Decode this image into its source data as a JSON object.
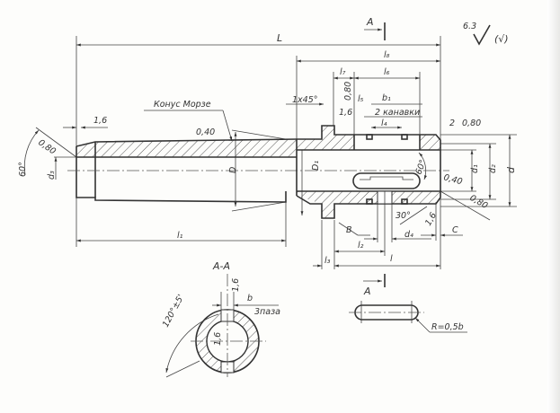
{
  "title_view": "A",
  "roughness": {
    "value": "6.3",
    "rest": "(√)"
  },
  "dims": {
    "L": "L",
    "l8": "l₈",
    "l7": "l₇",
    "l6": "l₆",
    "l5": "l₅",
    "l4": "l₄",
    "b1": "b₁",
    "grooves": "2 канавки",
    "chamfer": "1x45°",
    "r080_a": "0,80",
    "r16_a": "1,6",
    "two": "2",
    "r080_b": "0,80",
    "morse": "Конус Морзе",
    "r040_a": "0,40",
    "r16_b": "1,6",
    "r080_c": "0,80",
    "ang60_a": "60°",
    "d3": "d₃",
    "D": "D",
    "D1": "D₁",
    "d1": "d₁",
    "d2": "d₂",
    "d": "d",
    "ang60_b": "60°",
    "r040_b": "0,40",
    "r080_d": "0,80",
    "ang30": "30°",
    "r16_c": "1,6",
    "B": "B",
    "d4": "d₄",
    "C": "C",
    "l2": "l₂",
    "l3": "l₃",
    "l": "l",
    "l1": "l₁"
  },
  "section": {
    "title": "A-A",
    "r16_top": "1,6",
    "b": "b",
    "slots": "3паза",
    "r16_in": "1,6",
    "angle": "120°±5'"
  },
  "view_a": {
    "label": "A",
    "radius": "R=0,5b"
  }
}
